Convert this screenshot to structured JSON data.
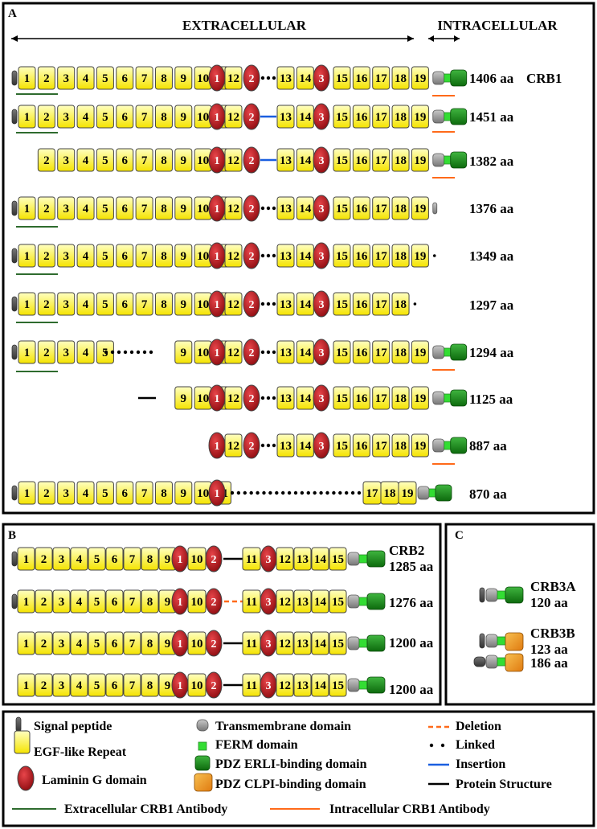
{
  "panel_a": {
    "label": "A",
    "extracellular_label": "EXTRACELLULAR",
    "intracellular_label": "INTRACELLULAR",
    "isoforms": [
      {
        "length": "1406 aa",
        "name": "CRB1"
      },
      {
        "length": "1451 aa"
      },
      {
        "length": "1382 aa"
      },
      {
        "length": "1376 aa"
      },
      {
        "length": "1349 aa"
      },
      {
        "length": "1297 aa"
      },
      {
        "length": "1294 aa"
      },
      {
        "length": "1125 aa"
      },
      {
        "length": "887 aa"
      },
      {
        "length": "870 aa"
      }
    ]
  },
  "panel_b": {
    "label": "B",
    "isoforms": [
      {
        "name": "CRB2",
        "length": "1285 aa"
      },
      {
        "length": "1276 aa"
      },
      {
        "length": "1200 aa"
      },
      {
        "length": "1200 aa"
      }
    ]
  },
  "panel_c": {
    "label": "C",
    "isoforms": [
      {
        "name": "CRB3A",
        "length": "120 aa"
      },
      {
        "name": "CRB3B",
        "length": "123 aa"
      },
      {
        "length": "186 aa"
      }
    ]
  },
  "legend": {
    "signal_peptide": "Signal peptide",
    "egf_repeat": "EGF-like Repeat",
    "laminin_g": "Laminin G domain",
    "transmembrane": "Transmembrane domain",
    "ferm": "FERM domain",
    "pdz_erli": "PDZ ERLI-binding domain",
    "pdz_clpi": "PDZ CLPI-binding domain",
    "deletion": "Deletion",
    "linked": "Linked",
    "insertion": "Insertion",
    "protein_structure": "Protein Structure",
    "extracellular_antibody": "Extracellular CRB1 Antibody",
    "intracellular_antibody": "Intracellular CRB1 Antibody"
  },
  "colors": {
    "egf": "#ffff66",
    "laminin": "#c8161d",
    "tm": "#999999",
    "ferm": "#33dd33",
    "pdz_erli": "#1a8a1a",
    "pdz_clpi": "#f0a030",
    "ext_antibody": "#2e6b2e",
    "int_antibody": "#ff6a1a",
    "insertion": "#1a5fe0",
    "deletion": "#ff6a1a"
  }
}
